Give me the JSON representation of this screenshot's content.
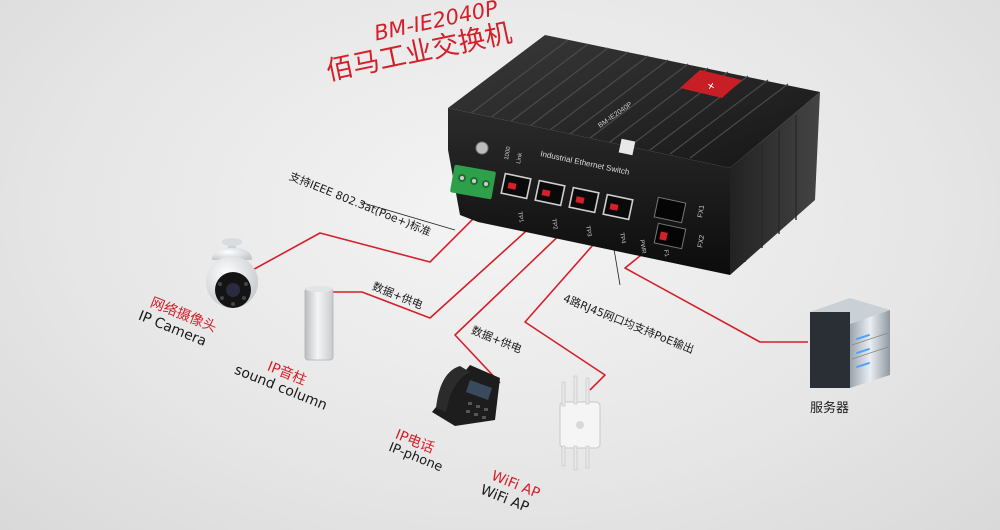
{
  "product": {
    "model": "BM-IE2040P",
    "name_cn": "佰马工业交换机",
    "face_label": "Industrial Ethernet Switch",
    "top_label": "BM-IE2040P"
  },
  "port_labels": [
    "TP1",
    "TP2",
    "TP3",
    "TP4"
  ],
  "fiber_labels": [
    "FX1",
    "FX2"
  ],
  "misc_labels": {
    "pwr": "PWR",
    "link": "Link",
    "speed": "1000",
    "f1": "F1"
  },
  "annotations": {
    "standard": "支持IEEE 802.3at(Poe+)标准",
    "data_power_1": "数据+供电",
    "data_power_2": "数据+供电",
    "rj45_poe": "4路RJ45网口均支持PoE输出"
  },
  "devices": {
    "camera": {
      "cn": "网络摄像头",
      "en": "IP Camera"
    },
    "column": {
      "cn": "IP音柱",
      "en": "sound column"
    },
    "phone": {
      "cn": "IP电话",
      "en": "IP-phone"
    },
    "wifi": {
      "cn": "WiFi AP",
      "en": "WiFi AP"
    },
    "server": {
      "cn": "服务器"
    }
  },
  "colors": {
    "accent": "#d4202a",
    "switch_body": "#1c1c1c",
    "terminal": "#2fa04a"
  }
}
